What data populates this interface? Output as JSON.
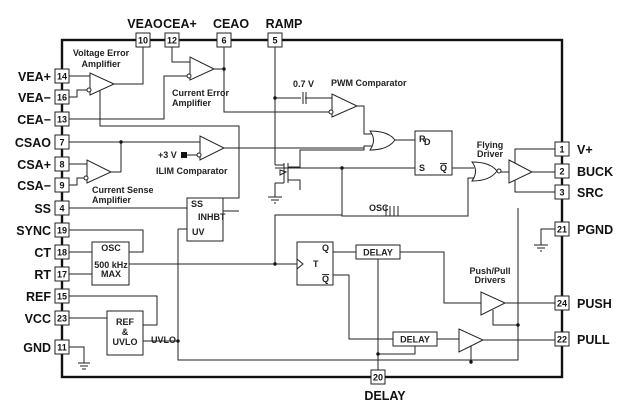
{
  "left_pins": [
    {
      "name": "VEA+",
      "num": "14"
    },
    {
      "name": "VEA−",
      "num": "16"
    },
    {
      "name": "CEA−",
      "num": "13"
    },
    {
      "name": "CSAO",
      "num": "7"
    },
    {
      "name": "CSA+",
      "num": "8"
    },
    {
      "name": "CSA−",
      "num": "9"
    },
    {
      "name": "SS",
      "num": "4"
    },
    {
      "name": "SYNC",
      "num": "19"
    },
    {
      "name": "CT",
      "num": "18"
    },
    {
      "name": "RT",
      "num": "17"
    },
    {
      "name": "REF",
      "num": "15"
    },
    {
      "name": "VCC",
      "num": "23"
    },
    {
      "name": "GND",
      "num": "11"
    }
  ],
  "top_pins": [
    {
      "name": "VEAO",
      "num": "10"
    },
    {
      "name": "CEA+",
      "num": "12"
    },
    {
      "name": "CEAO",
      "num": "6"
    },
    {
      "name": "RAMP",
      "num": "5"
    }
  ],
  "right_pins": [
    {
      "name": "V+",
      "num": "1"
    },
    {
      "name": "BUCK",
      "num": "2"
    },
    {
      "name": "SRC",
      "num": "3"
    },
    {
      "name": "PGND",
      "num": "21"
    },
    {
      "name": "PUSH",
      "num": "24"
    },
    {
      "name": "PULL",
      "num": "22"
    }
  ],
  "bottom_pins": [
    {
      "name": "DELAY",
      "num": "20"
    }
  ],
  "labels": {
    "vea_1": "Voltage Error",
    "vea_2": "Amplifier",
    "cea_1": "Current Error",
    "cea_2": "Amplifier",
    "csa_1": "Current Sense",
    "csa_2": "Amplifier",
    "ilim": "ILIM Comparator",
    "plus3v": "+3 V",
    "v07": "0.7 V",
    "pwm": "PWM Comparator",
    "flying_1": "Flying",
    "flying_2": "Driver",
    "osc_sig": "OSC",
    "pushpull_1": "Push/Pull",
    "pushpull_2": "Drivers",
    "uvlo": "UVLO"
  },
  "blocks": {
    "ss_box": {
      "ss": "SS",
      "inhbt": "INHBT",
      "uv": "UV"
    },
    "osc_box": {
      "title": "OSC",
      "freq": "500 kHz",
      "max": "MAX"
    },
    "ref_box": {
      "l1": "REF",
      "l2": "&",
      "l3": "UVLO"
    },
    "rs_ff": {
      "r": "R",
      "d": "D",
      "s": "S",
      "qbar": "Q"
    },
    "t_ff": {
      "q": "Q",
      "t": "T",
      "qbar": "Q"
    },
    "delay1": "DELAY",
    "delay2": "DELAY"
  }
}
